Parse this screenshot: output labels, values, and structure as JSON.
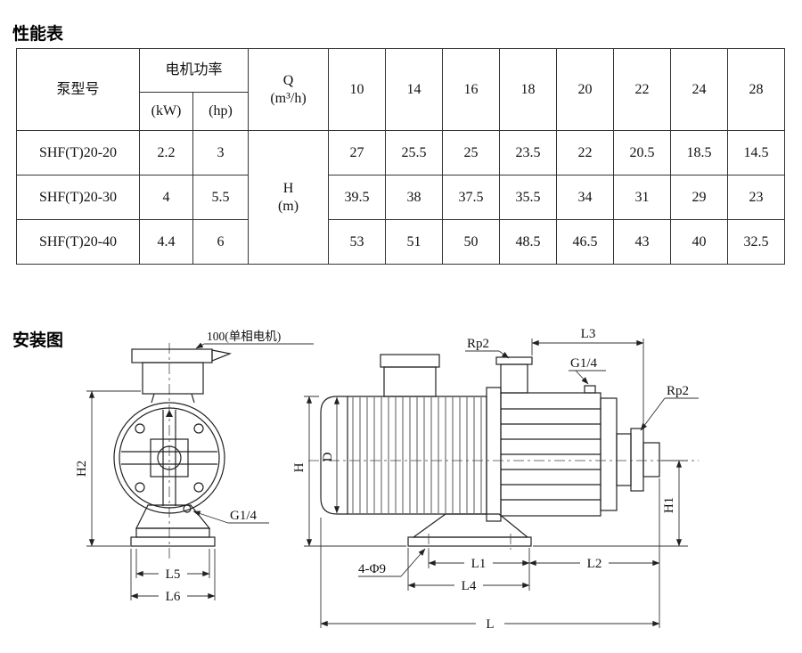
{
  "titles": {
    "performance": "性能表",
    "installation": "安装图"
  },
  "performance_table": {
    "headers": {
      "pump_model": "泵型号",
      "motor_power": "电机功率",
      "kw": "(kW)",
      "hp": "(hp)",
      "q_label": "Q",
      "q_unit": "(m³/h)",
      "h_label": "H",
      "h_unit": "(m)",
      "flow_columns": [
        "10",
        "14",
        "16",
        "18",
        "20",
        "22",
        "24",
        "28"
      ]
    },
    "rows": [
      {
        "model": "SHF(T)20-20",
        "kw": "2.2",
        "hp": "3",
        "h_values": [
          "27",
          "25.5",
          "25",
          "23.5",
          "22",
          "20.5",
          "18.5",
          "14.5"
        ]
      },
      {
        "model": "SHF(T)20-30",
        "kw": "4",
        "hp": "5.5",
        "h_values": [
          "39.5",
          "38",
          "37.5",
          "35.5",
          "34",
          "31",
          "29",
          "23"
        ]
      },
      {
        "model": "SHF(T)20-40",
        "kw": "4.4",
        "hp": "6",
        "h_values": [
          "53",
          "51",
          "50",
          "48.5",
          "46.5",
          "43",
          "40",
          "32.5"
        ]
      }
    ]
  },
  "installation_diagram": {
    "front_view": {
      "motor_note": "100(单相电机)",
      "dim_h2": "H2",
      "port_g14": "G1/4",
      "dim_l5": "L5",
      "dim_l6": "L6"
    },
    "side_view": {
      "port_rp2_top": "Rp2",
      "dim_l3": "L3",
      "port_g14": "G1/4",
      "port_rp2_right": "Rp2",
      "dim_h": "H",
      "dim_d": "D",
      "dim_h1": "H1",
      "holes_note": "4-Φ9",
      "dim_l1": "L1",
      "dim_l2": "L2",
      "dim_l4": "L4",
      "dim_l": "L"
    }
  }
}
